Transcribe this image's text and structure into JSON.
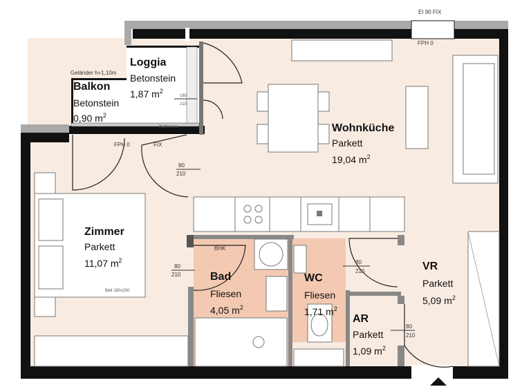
{
  "plan": {
    "colors": {
      "floor": "#f8ebe1",
      "wet": "#f3c9b2",
      "wall": "#111111",
      "wall_light": "#a9a9a9"
    },
    "rooms": [
      {
        "name": "Wohnküche",
        "floor": "Parkett",
        "area": "19,04 m",
        "sup": "2"
      },
      {
        "name": "Zimmer",
        "floor": "Parkett",
        "area": "11,07 m",
        "sup": "2"
      },
      {
        "name": "Bad",
        "floor": "Fliesen",
        "area": "4,05 m",
        "sup": "2"
      },
      {
        "name": "WC",
        "floor": "Fliesen",
        "area": "1,71 m",
        "sup": "2"
      },
      {
        "name": "VR",
        "floor": "Parkett",
        "area": "5,09 m",
        "sup": "2"
      },
      {
        "name": "AR",
        "floor": "Parkett",
        "area": "1,09 m",
        "sup": "2"
      },
      {
        "name": "Loggia",
        "floor": "Betonstein",
        "area": "1,87 m",
        "sup": "2"
      },
      {
        "name": "Balkon",
        "floor": "Betonstein",
        "area": "0,90 m",
        "sup": "2"
      }
    ],
    "annotations": {
      "railing": "Geländer h=1,10m",
      "fph_top": "FPH 0",
      "ei90": "EI 90 FIX",
      "fph_balcony": "FPH 0",
      "fix_balcony": "FIX",
      "bhk": "BHK",
      "bed": "Bett 180x200",
      "raffstores": "Raffstores",
      "door_w": "80",
      "door_h": "210",
      "loggia_door_w": "160",
      "loggia_door_h": "210"
    }
  }
}
